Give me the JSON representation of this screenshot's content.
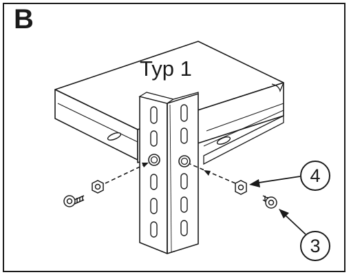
{
  "figure": {
    "step_letter": "B",
    "type_label": "Typ 1",
    "callouts": [
      {
        "number": "4",
        "part": "nut"
      },
      {
        "number": "3",
        "part": "bolt"
      }
    ]
  }
}
